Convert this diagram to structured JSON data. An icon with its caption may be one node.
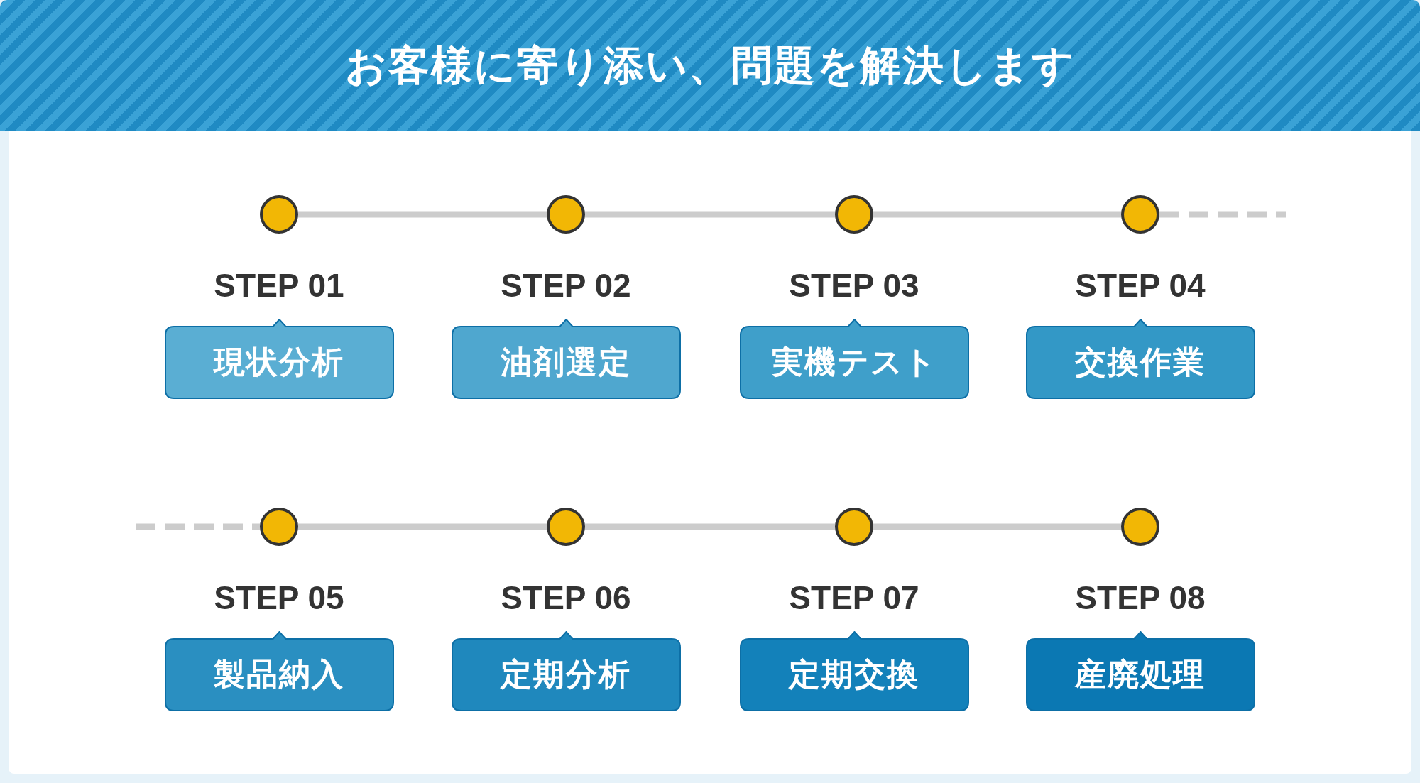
{
  "diagram": {
    "title": "お客様に寄り添い、問題を解決します",
    "nodes": [
      {
        "text": [],
        "shape": "circle"
      },
      {
        "text": [],
        "shape": "circle"
      },
      {
        "text": [],
        "shape": "circle"
      },
      {
        "text": [],
        "shape": "circle"
      },
      {
        "text": [
          "現状分析"
        ],
        "beside": [
          "STEP 01"
        ]
      },
      {
        "text": [
          "油剤選定"
        ],
        "beside": [
          "STEP 02"
        ]
      },
      {
        "text": [
          "実機テスト"
        ],
        "beside": [
          "STEP 03"
        ]
      },
      {
        "text": [
          "交換作業"
        ],
        "beside": [
          "STEP 04"
        ]
      },
      {
        "text": [],
        "shape": "circle"
      },
      {
        "text": [],
        "shape": "circle"
      },
      {
        "text": [],
        "shape": "circle"
      },
      {
        "text": [],
        "shape": "circle"
      },
      {
        "text": [
          "製品納入"
        ],
        "beside": [
          "STEP 05"
        ]
      },
      {
        "text": [
          "定期分析"
        ],
        "beside": [
          "STEP 06"
        ]
      },
      {
        "text": [
          "定期交換"
        ],
        "beside": [
          "STEP 07"
        ]
      },
      {
        "text": [
          "産廃処理"
        ],
        "beside": [
          "STEP 08"
        ]
      }
    ],
    "edges": [
      {
        "from": 0,
        "to": 1,
        "arrow": "none"
      },
      {
        "from": 1,
        "to": 2,
        "arrow": "none"
      },
      {
        "from": 2,
        "to": 3,
        "arrow": "none"
      },
      {
        "from": 3,
        "to": null,
        "arrow": "none",
        "style": "dashed"
      },
      {
        "from": null,
        "to": 8,
        "arrow": "none",
        "style": "dashed"
      },
      {
        "from": 8,
        "to": 9,
        "arrow": "none"
      },
      {
        "from": 9,
        "to": 10,
        "arrow": "none"
      },
      {
        "from": 10,
        "to": 11,
        "arrow": "none"
      }
    ]
  }
}
